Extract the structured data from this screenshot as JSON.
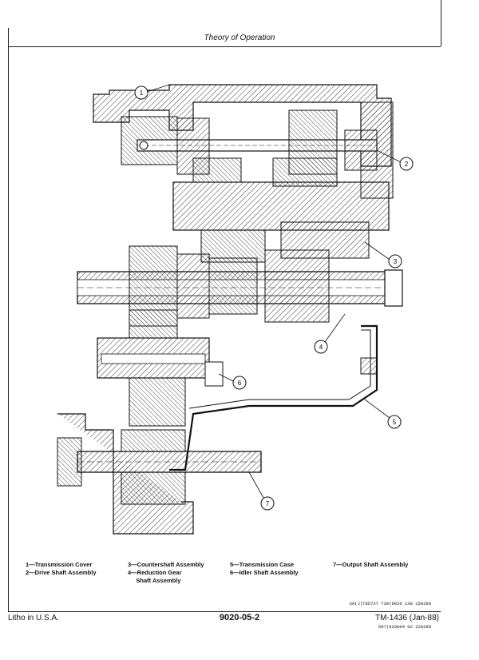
{
  "header": {
    "title": "Theory of Operation"
  },
  "diagram": {
    "callouts": [
      "1",
      "2",
      "3",
      "4",
      "5",
      "6",
      "7"
    ],
    "figure_code": "SA(J)T85737  T39(9020  138  150288"
  },
  "legend": {
    "col1": [
      "1—Transmission Cover",
      "2—Drive Shaft Assembly"
    ],
    "col2": [
      "3—Countershaft Assembly",
      "4—Reduction Gear",
      "     Shaft Assembly"
    ],
    "col3": [
      "5—Transmission Case",
      "6—Idler Shaft Assembly"
    ],
    "col4": [
      "7—Output Shaft Assembly"
    ]
  },
  "footer": {
    "left": "Litho in U.S.A.",
    "center": "9020-05-2",
    "right": "TM-1436 (Jan-88)",
    "code": "697(920U04  02  220288"
  }
}
